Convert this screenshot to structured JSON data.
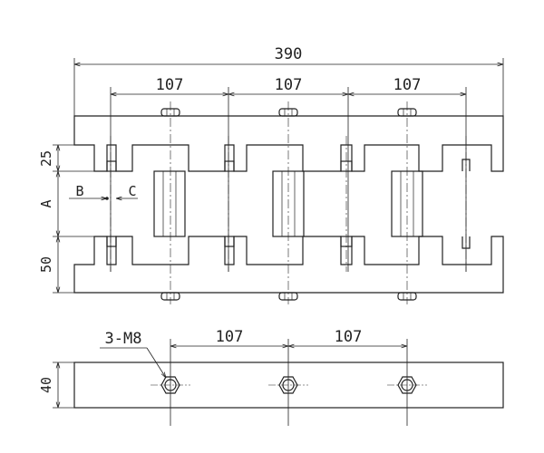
{
  "dimensions": {
    "overall_length": "390",
    "top_spacing": [
      "107",
      "107",
      "107"
    ],
    "bottom_spacing": [
      "107",
      "107"
    ],
    "upper_height": "25",
    "gap": "A",
    "lower_height": "50",
    "side_height": "40",
    "slot_b": "B",
    "slot_c": "C",
    "bolt_callout": "3-M8"
  },
  "colors": {
    "line": "#222222",
    "background": "#ffffff"
  }
}
